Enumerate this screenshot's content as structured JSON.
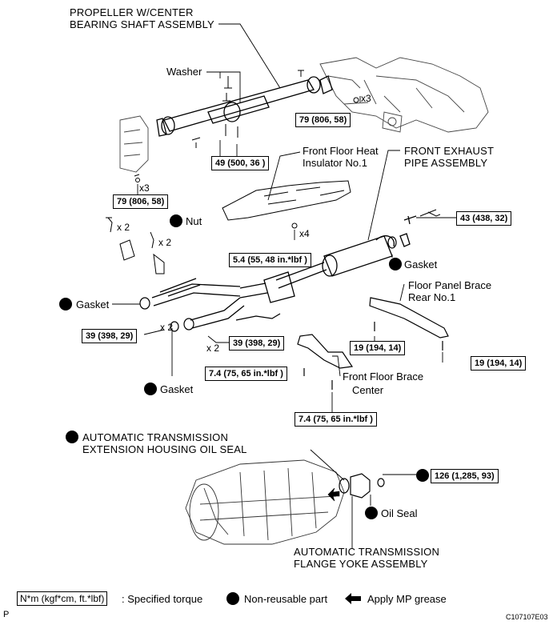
{
  "labels": {
    "propeller_line1": "PROPELLER W/CENTER",
    "propeller_line2": "BEARING SHAFT ASSEMBLY",
    "washer": "Washer",
    "heat_ins_line1": "Front Floor Heat",
    "heat_ins_line2": "Insulator No.1",
    "exhaust_line1": "FRONT EXHAUST",
    "exhaust_line2": "PIPE ASSEMBLY",
    "nut": "Nut",
    "gasket": "Gasket",
    "floor_brace_rear_line1": "Floor Panel Brace",
    "floor_brace_rear_line2": "Rear No.1",
    "floor_brace_center_line1": "Front Floor Brace",
    "floor_brace_center_line2": "Center",
    "at_seal_line1": "AUTOMATIC TRANSMISSION",
    "at_seal_line2": "EXTENSION HOUSING OIL SEAL",
    "oil_seal": "Oil Seal",
    "yoke_line1": "AUTOMATIC TRANSMISSION",
    "yoke_line2": "FLANGE YOKE ASSEMBLY"
  },
  "multipliers": {
    "x3": "x3",
    "x2": "x 2",
    "x4": "x4"
  },
  "torques": {
    "t79": "79 (806, 58)",
    "t49": "49 (500, 36 )",
    "t43": "43 (438, 32)",
    "t54": "5.4 (55, 48 in.*lbf )",
    "t39": "39 (398, 29)",
    "t19": "19 (194, 14)",
    "t74": "7.4 (75, 65 in.*lbf )",
    "t126": "126 (1,285, 93)"
  },
  "legend": {
    "torque_unit": "N*m (kgf*cm, ft.*lbf)",
    "torque_desc": ": Specified torque",
    "non_reusable": "Non-reusable part",
    "mp_grease": "Apply MP grease"
  },
  "footer": {
    "page_mark": "P",
    "code": "C107107E03"
  }
}
